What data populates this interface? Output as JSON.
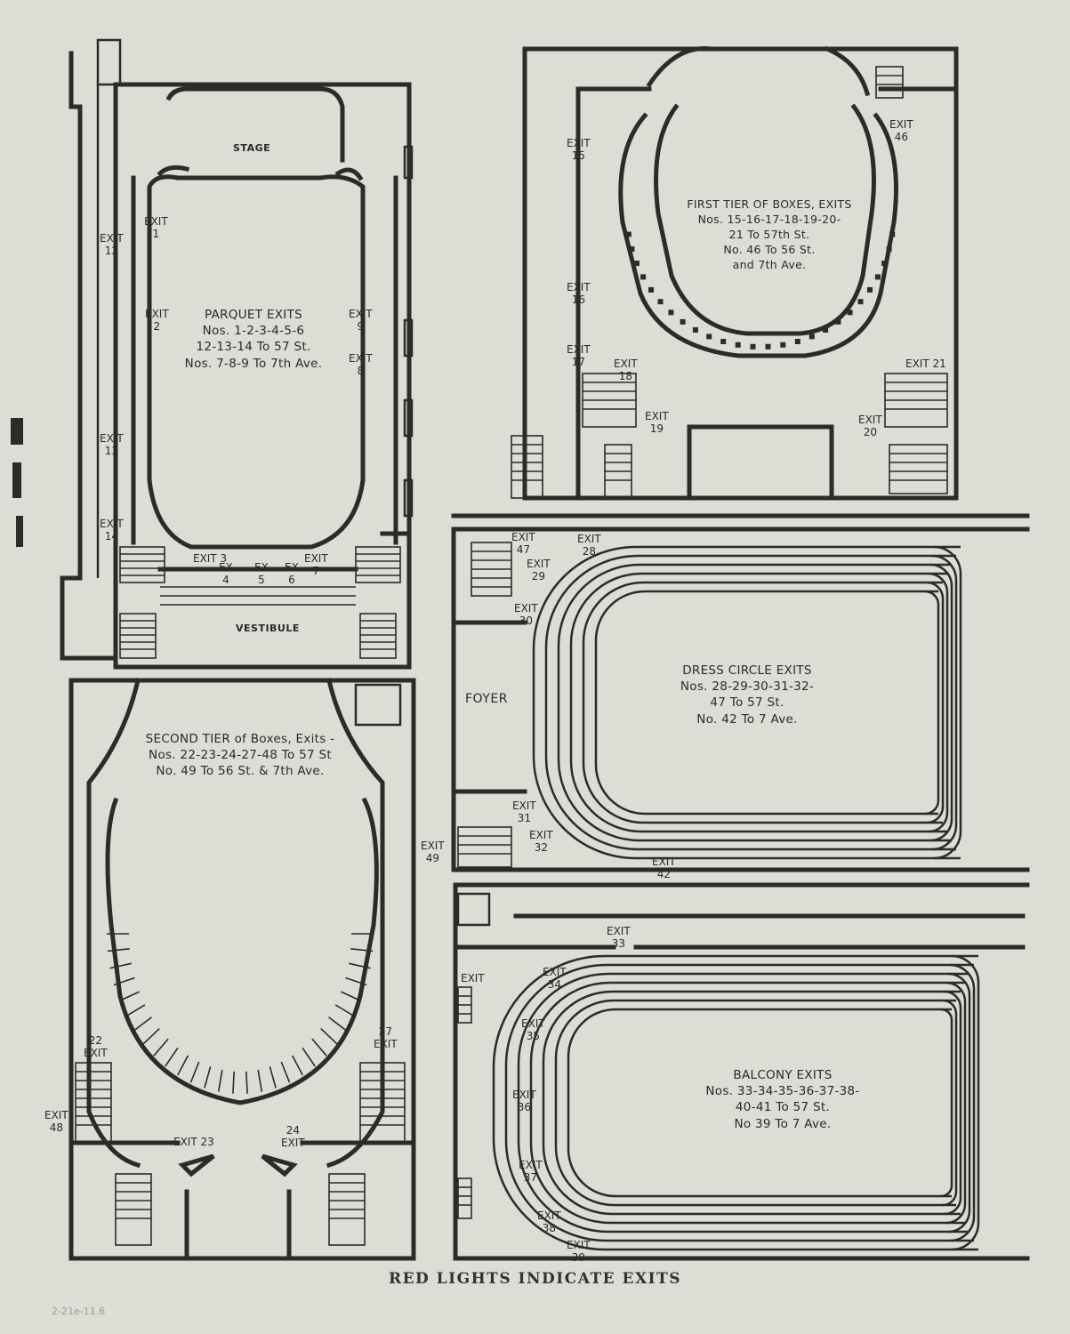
{
  "footer": "RED LIGHTS INDICATE EXITS",
  "pencil_note": "2-21e-11.6",
  "rooms": {
    "stage": "STAGE",
    "vestibule": "VESTIBULE",
    "foyer": "FOYER"
  },
  "captions": {
    "parquet": "PARQUET EXITS\nNos. 1-2-3-4-5-6\n12-13-14 To 57 St.\nNos. 7-8-9 To 7th Ave.",
    "first_tier": "FIRST TIER OF BOXES, EXITS\nNos. 15-16-17-18-19-20-\n21 To 57th St.\nNo. 46 To 56 St.\nand 7th Ave.",
    "second_tier": "SECOND TIER of Boxes, Exits -\nNos. 22-23-24-27-48 To 57 St\nNo. 49 To 56 St. & 7th Ave.",
    "dress_circle": "DRESS CIRCLE EXITS\nNos. 28-29-30-31-32-\n47 To 57 St.\nNo. 42 To 7 Ave.",
    "balcony": "BALCONY EXITS\nNos. 33-34-35-36-37-38-\n40-41 To 57 St.\nNo 39 To 7 Ave."
  },
  "exits": [
    "EXIT\n1",
    "EXIT\n2",
    "EXIT 3",
    "EX\n4",
    "EX\n5",
    "EX\n6",
    "EXIT\n7",
    "EXIT\n8",
    "EXIT\n9",
    "EXIT\n12",
    "EXIT\n13",
    "EXIT\n14",
    "EXIT\n15",
    "EXIT\n16",
    "EXIT\n17",
    "EXIT\n18",
    "EXIT\n19",
    "EXIT\n20",
    "EXIT 21",
    "EXIT\n46",
    "22\nEXIT",
    "EXIT 23",
    "24\nEXIT",
    "27\nEXIT",
    "EXIT\n48",
    "EXIT\n49",
    "EXIT\n47",
    "EXIT\n28",
    "EXIT\n29",
    "EXIT\n30",
    "EXIT\n31",
    "EXIT\n32",
    "EXIT\n42",
    "EXIT\n33",
    "EXIT",
    "EXIT\n34",
    "EXIT\n35",
    "EXIT\n36",
    "EXIT\n37",
    "EXIT\n38",
    "EXIT\n39"
  ]
}
